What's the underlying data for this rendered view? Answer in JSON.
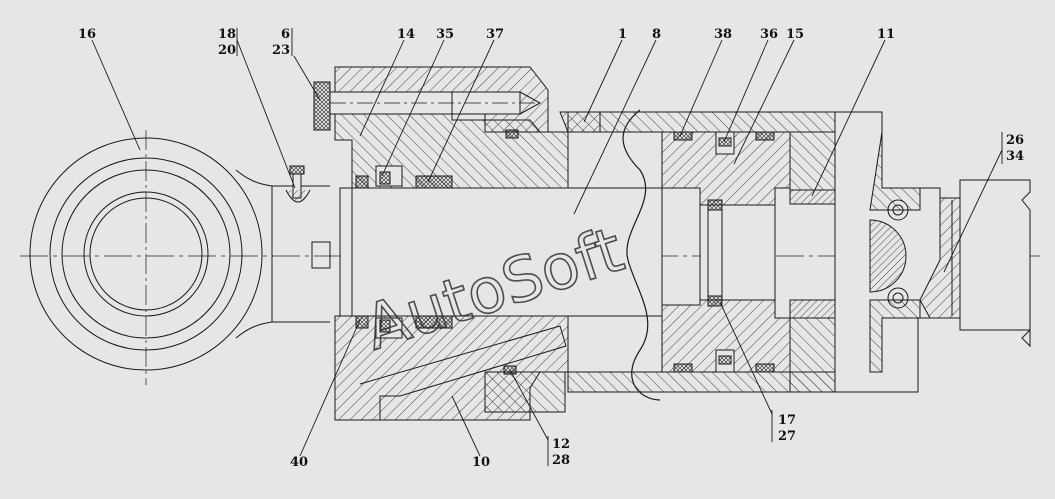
{
  "labels": [
    {
      "id": "16",
      "text": "16"
    },
    {
      "id": "18",
      "text": "18"
    },
    {
      "id": "20",
      "text": "20"
    },
    {
      "id": "6",
      "text": "6"
    },
    {
      "id": "23",
      "text": "23"
    },
    {
      "id": "14",
      "text": "14"
    },
    {
      "id": "35",
      "text": "35"
    },
    {
      "id": "37",
      "text": "37"
    },
    {
      "id": "1",
      "text": "1"
    },
    {
      "id": "8",
      "text": "8"
    },
    {
      "id": "38",
      "text": "38"
    },
    {
      "id": "36",
      "text": "36"
    },
    {
      "id": "15",
      "text": "15"
    },
    {
      "id": "11",
      "text": "11"
    },
    {
      "id": "26",
      "text": "26"
    },
    {
      "id": "34",
      "text": "34"
    },
    {
      "id": "17",
      "text": "17"
    },
    {
      "id": "27",
      "text": "27"
    },
    {
      "id": "12",
      "text": "12"
    },
    {
      "id": "28",
      "text": "28"
    },
    {
      "id": "10",
      "text": "10"
    },
    {
      "id": "40",
      "text": "40"
    }
  ],
  "watermark": "AutoSoft",
  "colors": {
    "background": "#e6e6e6",
    "line": "#1a1a1a",
    "hatch": "#333333"
  }
}
